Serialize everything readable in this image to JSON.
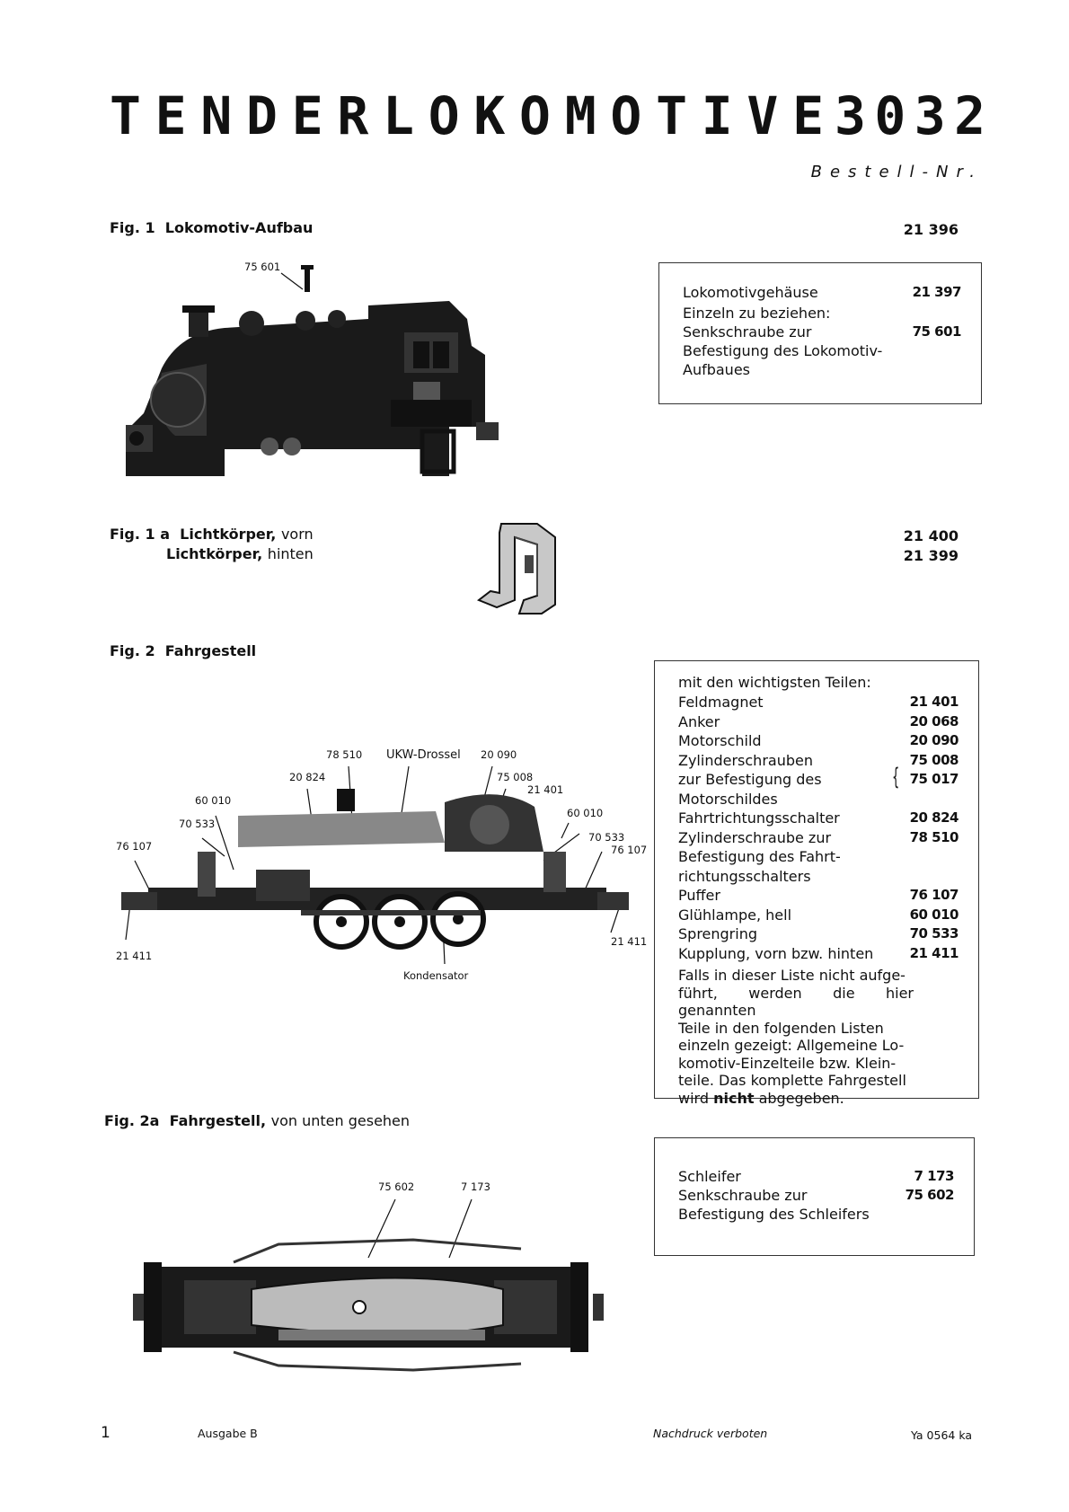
{
  "header": {
    "title_word": "TENDERLOKOMOTIVE",
    "title_number": "3032",
    "bestell_label": "Bestell-Nr."
  },
  "fig1": {
    "label": "Fig. 1",
    "title": "Lokomotiv-Aufbau",
    "number": "21 396",
    "callout_screw": "75 601",
    "box": {
      "item1_label": "Lokomotivgehäuse",
      "item1_number": "21 397",
      "line2": "Einzeln zu beziehen:",
      "item2_label_a": "Senkschraube zur",
      "item2_number": "75 601",
      "item2_label_b": "Befestigung des Lokomotiv-",
      "item2_label_c": "Aufbaues"
    }
  },
  "fig1a": {
    "label": "Fig. 1 a",
    "item1_bold": "Lichtkörper,",
    "item1_rest": "vorn",
    "item1_number": "21 400",
    "item2_bold": "Lichtkörper,",
    "item2_rest": "hinten",
    "item2_number": "21 399"
  },
  "fig2": {
    "label": "Fig. 2",
    "title": "Fahrgestell",
    "callouts": {
      "c78510": "78 510",
      "ukw": "UKW-Drossel",
      "c20090": "20 090",
      "c20824": "20 824",
      "c75008": "75 008",
      "c21401": "21 401",
      "c60010_left": "60 010",
      "c70533_left": "70 533",
      "c76107_left": "76 107",
      "c60010_right": "60 010",
      "c70533_right": "70 533",
      "c76107_right": "76 107",
      "c21411_left": "21 411",
      "c21411_right": "21 411",
      "kondensator": "Kondensator"
    },
    "box": {
      "intro": "mit den wichtigsten Teilen:",
      "items": [
        {
          "label": "Feldmagnet",
          "number": "21 401"
        },
        {
          "label": "Anker",
          "number": "20 068"
        },
        {
          "label": "Motorschild",
          "number": "20 090"
        },
        {
          "label": "Zylinderschrauben",
          "number": "75 008"
        },
        {
          "label": "zur Befestigung des",
          "number": "75 017"
        },
        {
          "label": "Motorschildes",
          "number": ""
        },
        {
          "label": "Fahrtrichtungsschalter",
          "number": "20 824"
        },
        {
          "label": "Zylinderschraube zur",
          "number": "78 510"
        },
        {
          "label": "Befestigung des Fahrt-",
          "number": ""
        },
        {
          "label": "richtungsschalters",
          "number": ""
        },
        {
          "label": "Puffer",
          "number": "76 107"
        },
        {
          "label": "Glühlampe, hell",
          "number": "60 010"
        },
        {
          "label": "Sprengring",
          "number": "70 533"
        },
        {
          "label": "Kupplung, vorn bzw. hinten",
          "number": "21 411"
        }
      ],
      "note_1": "Falls in dieser Liste nicht aufge-",
      "note_2": "führt, werden die hier genannten",
      "note_3": "Teile in den folgenden Listen",
      "note_4": "einzeln gezeigt: Allgemeine Lo-",
      "note_5": "komotiv-Einzelteile bzw. Klein-",
      "note_6": "teile. Das komplette Fahrgestell",
      "note_7a": "wird",
      "note_7b": "nicht",
      "note_7c": "abgegeben."
    }
  },
  "fig2a": {
    "label": "Fig. 2a",
    "title_bold": "Fahrgestell,",
    "title_rest": "von unten gesehen",
    "callout_a": "75 602",
    "callout_b": "7 173",
    "box": {
      "item1_label": "Schleifer",
      "item1_number": "7 173",
      "item2_label_a": "Senkschraube zur",
      "item2_number": "75 602",
      "item2_label_b": "Befestigung des Schleifers"
    }
  },
  "footer": {
    "page": "1",
    "edition": "Ausgabe B",
    "notice": "Nachdruck verboten",
    "code": "Ya 0564 ka"
  }
}
